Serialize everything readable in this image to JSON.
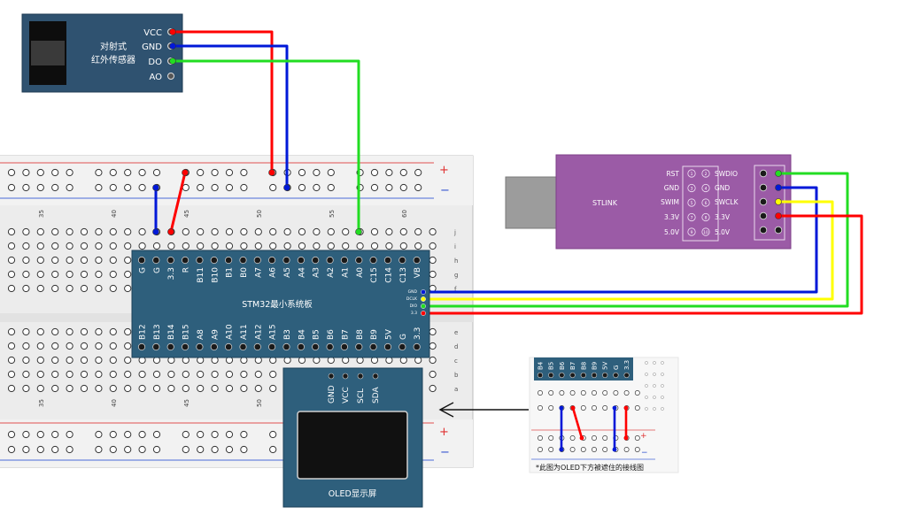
{
  "sensor": {
    "title_line1": "对射式",
    "title_line2": "红外传感器",
    "pins": [
      "VCC",
      "GND",
      "DO",
      "AO"
    ]
  },
  "breadboard": {
    "top_numbers": [
      "35",
      "40",
      "45",
      "50",
      "55",
      "60"
    ],
    "bottom_numbers": [
      "35",
      "40",
      "45",
      "50"
    ],
    "row_letters_top": [
      "j",
      "i",
      "h",
      "g",
      "f"
    ],
    "row_letters_bottom": [
      "e",
      "d",
      "c",
      "b",
      "a"
    ],
    "plus": "+",
    "minus": "−"
  },
  "stm32": {
    "title": "STM32最小系统板",
    "top_pins": [
      "G",
      "G",
      "3.3",
      "R",
      "B11",
      "B10",
      "B1",
      "B0",
      "A7",
      "A6",
      "A5",
      "A4",
      "A3",
      "A2",
      "A1",
      "A0",
      "C15",
      "C14",
      "C13",
      "VB"
    ],
    "bottom_pins": [
      "B12",
      "B13",
      "B14",
      "B15",
      "A8",
      "A9",
      "A10",
      "A11",
      "A12",
      "A15",
      "B3",
      "B4",
      "B5",
      "B6",
      "B7",
      "B8",
      "B9",
      "5V",
      "G",
      "3.3"
    ],
    "side_pins": [
      "GND",
      "DCLK",
      "DIO",
      "3.3"
    ]
  },
  "stlink": {
    "title": "STLINK",
    "left_labels": [
      "RST",
      "GND",
      "SWIM",
      "3.3V",
      "5.0V"
    ],
    "right_labels": [
      "SWDIO",
      "GND",
      "SWCLK",
      "3.3V",
      "5.0V"
    ],
    "pin_numbers": [
      "1",
      "2",
      "3",
      "4",
      "5",
      "6",
      "7",
      "8",
      "9",
      "10"
    ]
  },
  "oled": {
    "title": "OLED显示屏",
    "pins": [
      "GND",
      "VCC",
      "SCL",
      "SDA"
    ]
  },
  "inset": {
    "pins": [
      "B4",
      "B5",
      "B6",
      "B7",
      "B8",
      "B9",
      "5V",
      "G",
      "3.3"
    ],
    "caption": "*此图为OLED下方被遮住的接线图"
  },
  "colors": {
    "red_wire": "#ff0000",
    "blue_wire": "#0018d8",
    "green_wire": "#22dd22",
    "yellow_wire": "#ffff00",
    "board_blue": "#2e5f7c",
    "stlink_purple": "#9b5ba6",
    "sensor_blue": "#2f5270"
  }
}
